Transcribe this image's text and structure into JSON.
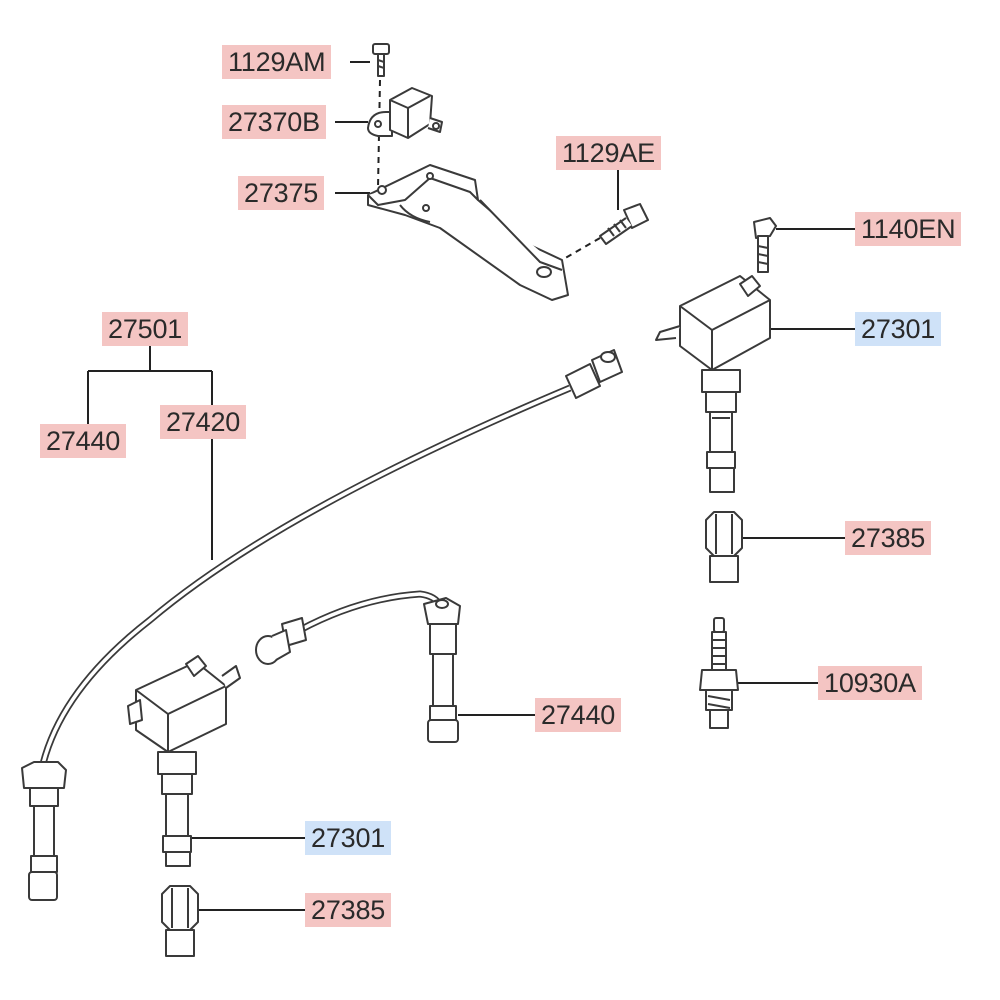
{
  "colors": {
    "label_red": "#f4c5c3",
    "label_blue": "#cfe2f8",
    "line": "#222222",
    "part_stroke": "#3a3a3a"
  },
  "labels": {
    "bolt_top": "1129AM",
    "sensor": "27370B",
    "bracket": "27375",
    "bracket_bolt": "1129AE",
    "coil_bolt": "1140EN",
    "wire_set": "27501",
    "wire_short": "27440",
    "wire_long": "27420",
    "coil_right": "27301",
    "boot_right": "27385",
    "spark_plug": "10930A",
    "wire_short_lower": "27440",
    "coil_left": "27301",
    "boot_left": "27385"
  },
  "parts": {
    "bolt_top": "bolt-icon",
    "sensor": "sensor-icon",
    "bracket": "bracket-icon",
    "bracket_bolt": "bolt-icon",
    "coil_bolt": "bolt-icon",
    "wire_long": "ignition-wire-icon",
    "wire_short": "ignition-wire-icon",
    "coil_right": "ignition-coil-icon",
    "coil_left": "ignition-coil-icon",
    "boot_right": "boot-icon",
    "boot_left": "boot-icon",
    "spark_plug": "spark-plug-icon"
  }
}
